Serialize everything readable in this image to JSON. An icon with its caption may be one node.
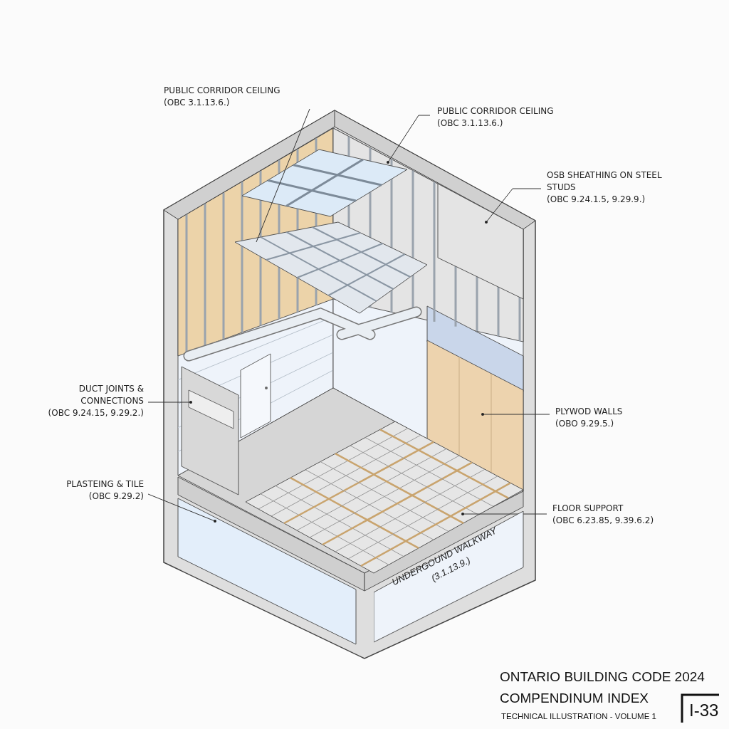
{
  "diagram": {
    "title": "ONTARIO BUILDING CODE 2024 COMPENDINUM INDEX",
    "nodes": [
      {
        "text": [
          "PUBLIC CORRIDOR CEILING",
          "(OBC 3.1.13.6.)"
        ]
      },
      {
        "text": [
          "PUBLIC CORRIDOR CEILING",
          "(OBC 3.1.13.6.)"
        ]
      },
      {
        "text": [
          "OSB SHEATHING ON STEEL STUDS",
          "(OBC 9.24.1.5, 9.29.9.)"
        ]
      },
      {
        "text": [
          "DUCT JOINTS & CONNECTIONS",
          "(OBC 9.24.15, 9.29.2.)"
        ]
      },
      {
        "text": [
          "PLASTEING & TILE",
          "(OBC 9.29.2)"
        ]
      },
      {
        "text": [
          "PLYWOD WALLS",
          "(OBO 9.29.5.)"
        ]
      },
      {
        "text": [
          "FLOOR SUPPORT",
          "(OBC 6.23.85, 9.39.6.2)"
        ]
      },
      {
        "text": [],
        "shape": "grid"
      },
      {
        "text": [],
        "shape": "panel"
      },
      {
        "text": [],
        "shape": "wall"
      },
      {
        "text": [],
        "shape": "panel"
      },
      {
        "text": [],
        "shape": "wall"
      },
      {
        "text": [],
        "shape": "panel"
      },
      {
        "text": [],
        "shape": "grid"
      },
      {
        "text": [
          "UNDERGOUND WALKWAY",
          "(3.1.13.9.)"
        ]
      }
    ],
    "edges": [
      {
        "from": 0,
        "to": 7,
        "arrow": "none"
      },
      {
        "from": 1,
        "to": 8,
        "arrow": "other"
      },
      {
        "from": 2,
        "to": 9,
        "arrow": "other"
      },
      {
        "from": 3,
        "to": 10,
        "arrow": "other"
      },
      {
        "from": 4,
        "to": 11,
        "arrow": "other"
      },
      {
        "from": 5,
        "to": 12,
        "arrow": "other"
      },
      {
        "from": 6,
        "to": 13,
        "arrow": "other"
      }
    ],
    "labels": [
      "TECHNICAL ILLUSTRATION - VOLUME 1",
      "I-33"
    ]
  }
}
